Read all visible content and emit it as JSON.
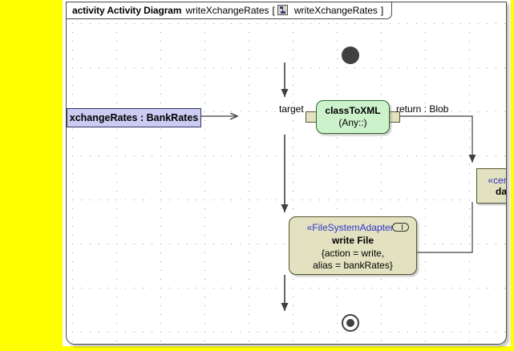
{
  "frame": {
    "keyword": "activity Activity Diagram",
    "name": "writeXchangeRates",
    "bracket_open": "[",
    "icon": "activity-diagram-icon",
    "ref_name": "writeXchangeRates",
    "bracket_close": "]"
  },
  "canvas": {
    "background": "#ffffff",
    "selection_color": "#ffff00",
    "grid": "dotted"
  },
  "nodes": {
    "initial": {
      "name": "initial-node",
      "type": "initial"
    },
    "final": {
      "name": "final-node",
      "type": "activity-final"
    },
    "bankrates": {
      "label": "xchangeRates : BankRates",
      "fill": "#ccccf2",
      "stroke": "#333366"
    },
    "classtoxml": {
      "name": "classToXML",
      "subtitle": "(Any::)",
      "fill": "#ccf2cc",
      "stroke": "#336633",
      "input_pin": "target",
      "output_pin": "return : Blob"
    },
    "centralbuffer": {
      "stereotype": "«centralBuffer»",
      "label": "data : Blob",
      "fill": "#e2e2c0",
      "stroke": "#555533",
      "stereotype_color": "#3333cc"
    },
    "writefile": {
      "stereotype": "«FileSystemAdapter»",
      "name": "write File",
      "prop_line1": "{action = write,",
      "prop_line2": "alias = bankRates}",
      "fill": "#e2e2c0",
      "stroke": "#555533",
      "icon": "call-behavior-icon"
    }
  },
  "edges": {
    "target_label": "target",
    "return_label": "return : Blob"
  }
}
